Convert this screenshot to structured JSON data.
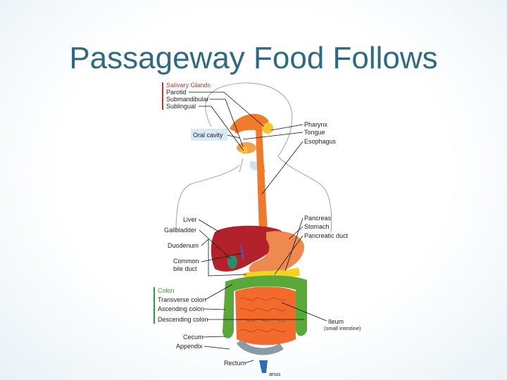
{
  "slide": {
    "title": "Passageway Food Follows"
  },
  "diagram": {
    "labels": {
      "salivary_glands": "Salivary Glands",
      "parotid": "Parotid",
      "submandibular": "Submandibular",
      "sublingual": "Sublingual",
      "oral_cavity": "Oral cavity",
      "pharynx": "Pharynx",
      "tongue": "Tongue",
      "esophagus": "Esophagus",
      "liver": "Liver",
      "gallbladder": "Gallbladder",
      "duodenum": "Duodenum",
      "common_bile_duct_1": "Common",
      "common_bile_duct_2": "bile duct",
      "pancreas": "Pancreas",
      "stomach": "Stomach",
      "pancreatic_duct": "Pancreatic duct",
      "colon": "Colon",
      "transverse_colon": "Transverse colon",
      "ascending_colon": "Ascending colon",
      "descending_colon": "Descending colon",
      "ileum": "Ileum",
      "small_intestine": "(small intestine)",
      "cecum": "Cecum",
      "appendix": "Appendix",
      "rectum": "Rectum",
      "anus": "anus"
    },
    "colors": {
      "title": "#2f6a82",
      "glands_bracket": "#c0392b",
      "colon_bracket": "#2e9a3a",
      "esophagus": "#f07a2a",
      "liver": "#b3222a",
      "stomach": "#ee8a50",
      "small_intestine": "#f26a2c",
      "colon": "#5aa83a",
      "pancreas": "#f6d21e",
      "oral_cavity_box": "#d9eaf7"
    }
  }
}
